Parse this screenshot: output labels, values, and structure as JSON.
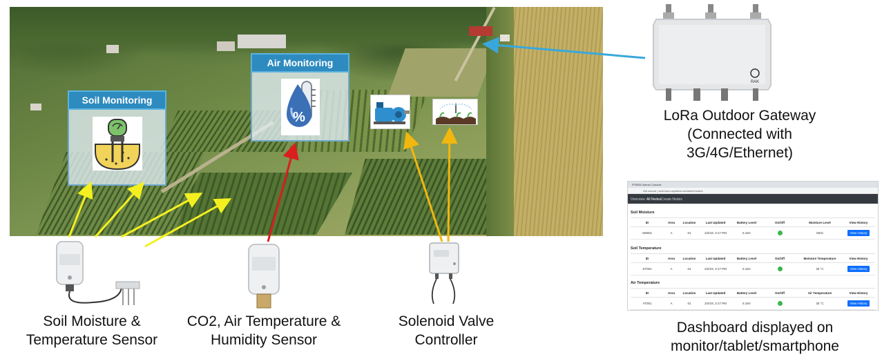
{
  "photo_cards": {
    "soil": {
      "title": "Soil Monitoring",
      "icon": "soil-moisture-probe-icon"
    },
    "air": {
      "title": "Air Monitoring",
      "icon": "humidity-thermometer-icon"
    }
  },
  "actuators": {
    "pump_icon": "water-pump-icon",
    "irrigation_icon": "irrigation-sprinkler-icon"
  },
  "gateway": {
    "icon": "lora-gateway-device-icon",
    "caption": [
      "LoRa Outdoor Gateway",
      "(Connected with",
      "3G/4G/Ethernet)"
    ]
  },
  "sensors": [
    {
      "icon": "soil-sensor-device-icon",
      "caption": [
        "Soil Moisture &",
        "Temperature Sensor"
      ]
    },
    {
      "icon": "co2-sensor-device-icon",
      "caption": [
        "CO2, Air Temperature &",
        "Humidity Sensor"
      ]
    },
    {
      "icon": "solenoid-controller-device-icon",
      "caption": [
        "Solenoid Valve",
        "Controller"
      ]
    }
  ],
  "dashboard": {
    "caption": [
      "Dashboard displayed on",
      "monitor/tablet/smartphone"
    ],
    "browser": {
      "tab": "RTB000 Admin Console",
      "address": "Not secure  |  web.iomo.mydsbto.me/admin/nodes"
    },
    "nav": [
      "Overview",
      "All Nodes",
      "Create Nodes"
    ],
    "sections": [
      {
        "title": "Soil Moisture",
        "columns": [
          "ID",
          "Area",
          "Location",
          "Last Updated",
          "Battery Level",
          "On/Off",
          "Moisture Level",
          "View History"
        ],
        "row": [
          "SM001",
          "A",
          "01",
          "2/2/19, 3:17 PM",
          "5.15V",
          "",
          "50cb",
          "View History"
        ]
      },
      {
        "title": "Soil Temperature",
        "columns": [
          "ID",
          "Area",
          "Location",
          "Last Updated",
          "Battery Level",
          "On/Off",
          "Moisture Temperature",
          "View History"
        ],
        "row": [
          "ST001",
          "A",
          "01",
          "2/2/19, 3:17 PM",
          "5.15V",
          "",
          "25 °C",
          "View History"
        ]
      },
      {
        "title": "Air Temperature",
        "columns": [
          "ID",
          "Area",
          "Location",
          "Last Updated",
          "Battery Level",
          "On/Off",
          "Air Temperature",
          "View History"
        ],
        "row": [
          "AT001",
          "A",
          "01",
          "2/2/19, 3:17 PM",
          "5.15V",
          "",
          "25 °C",
          "View History"
        ]
      }
    ]
  },
  "colors": {
    "card_header": "#2e8bbf",
    "soil_arrows": "#f4f020",
    "air_arrow": "#d91e1e",
    "valve_arrows": "#f2b70f",
    "gateway_arrow": "#38a8dc",
    "on_indicator": "#3cb54a",
    "history_button": "#0d6efd"
  }
}
